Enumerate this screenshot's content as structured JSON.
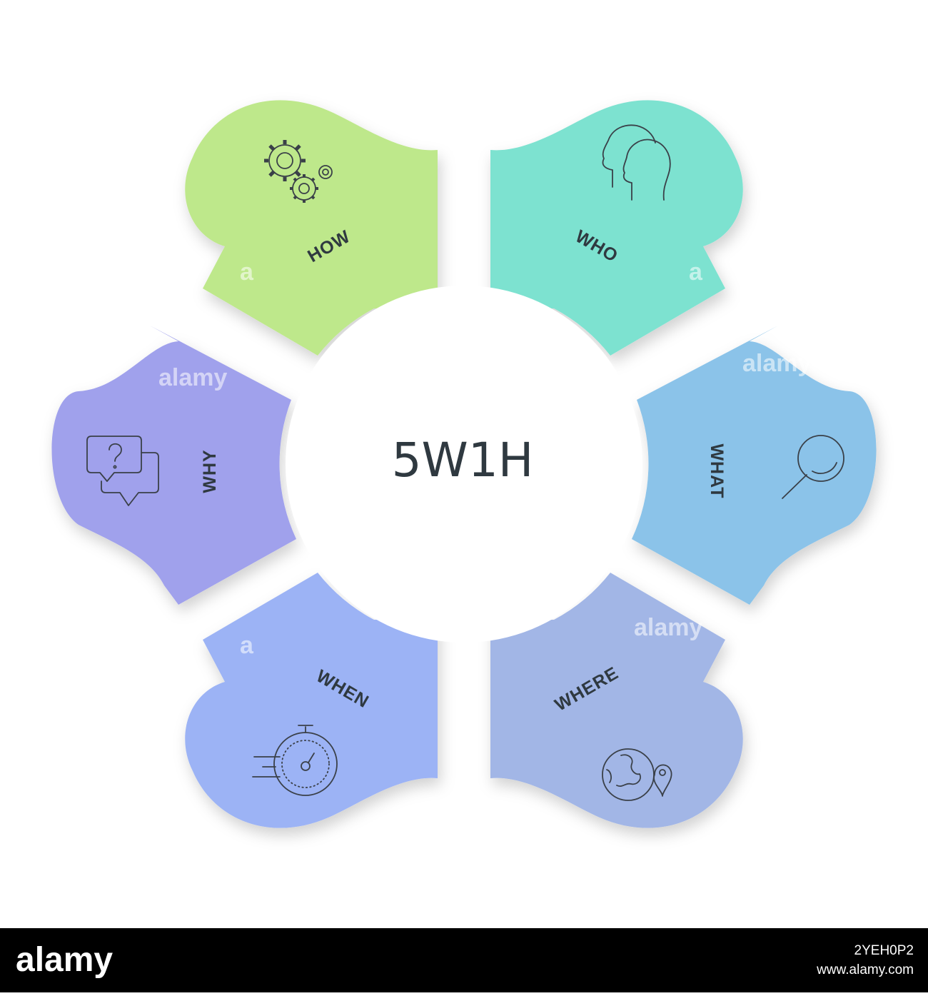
{
  "center": {
    "title": "5W1H"
  },
  "segments": [
    {
      "id": "how",
      "label": "HOW",
      "color": "#bee88b",
      "icon": "gears-icon"
    },
    {
      "id": "who",
      "label": "WHO",
      "color": "#7de2d0",
      "icon": "two-heads-icon"
    },
    {
      "id": "what",
      "label": "WHAT",
      "color": "#8bc3e9",
      "icon": "magnifier-icon"
    },
    {
      "id": "where",
      "label": "WHERE",
      "color": "#a2b6e6",
      "icon": "globe-pin-icon"
    },
    {
      "id": "when",
      "label": "WHEN",
      "color": "#9cb3f5",
      "icon": "stopwatch-icon"
    },
    {
      "id": "why",
      "label": "WHY",
      "color": "#a0a1ec",
      "icon": "question-bubble-icon"
    }
  ],
  "watermark": {
    "text": "alamy",
    "letter": "a"
  },
  "footer": {
    "logo": "alamy",
    "image_id": "2YEH0P2",
    "url": "www.alamy.com"
  }
}
